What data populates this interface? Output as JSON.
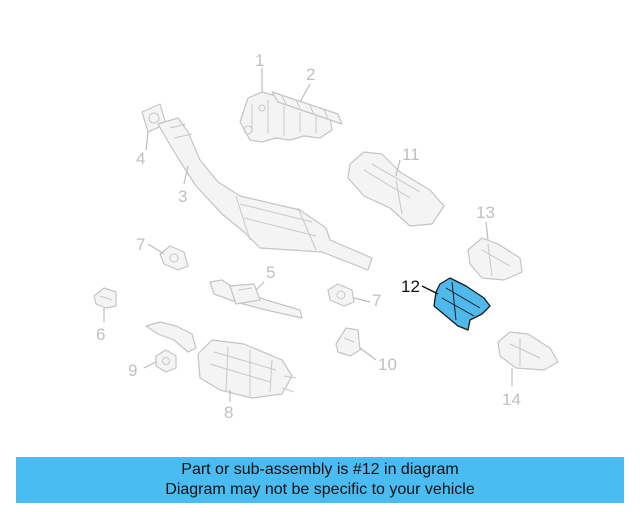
{
  "callouts": {
    "c1": "1",
    "c2": "2",
    "c3": "3",
    "c4": "4",
    "c5": "5",
    "c6": "6",
    "c7a": "7",
    "c7b": "7",
    "c8": "8",
    "c9": "9",
    "c10": "10",
    "c11": "11",
    "c12": "12",
    "c13": "13",
    "c14": "14"
  },
  "highlighted_part": "12",
  "banner": {
    "line1": "Part or sub-assembly is #12 in diagram",
    "line2": "Diagram may not be specific to your vehicle"
  },
  "colors": {
    "highlight": "#4fb9ec",
    "banner": "#4bbcf1",
    "line_art": "#c4c4c4"
  }
}
